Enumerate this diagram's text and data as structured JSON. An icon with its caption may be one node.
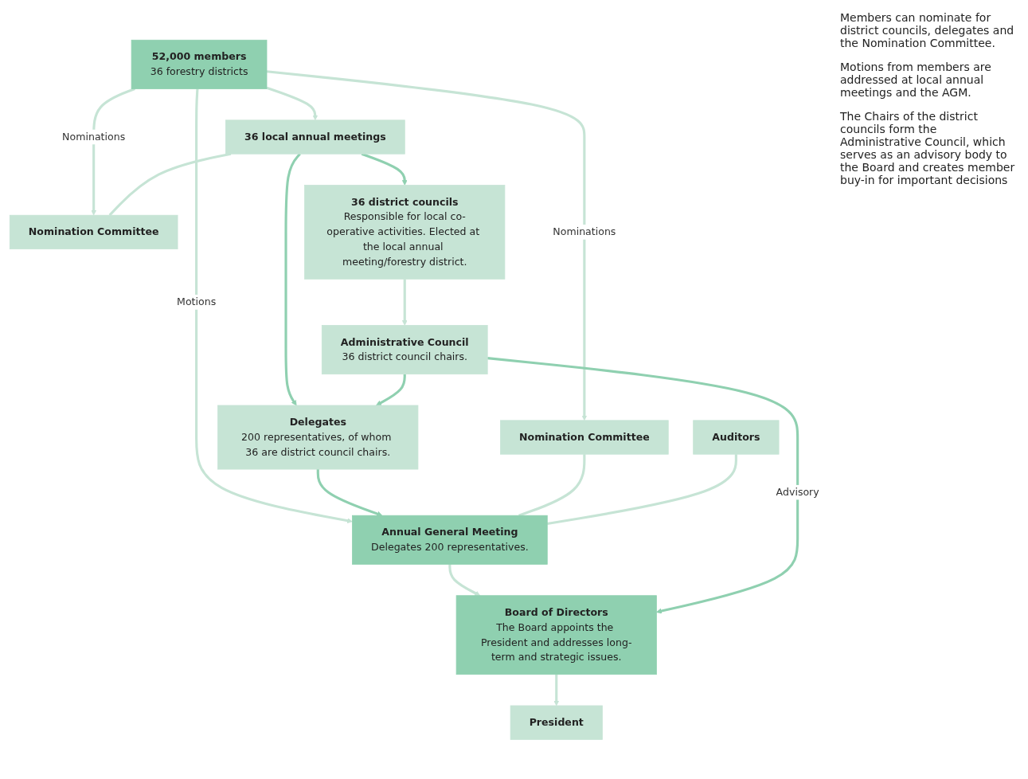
{
  "diagram": {
    "nodes": [
      {
        "text": [
          "52,000 members",
          "36 forestry districts"
        ]
      },
      {
        "text": [
          "36 local annual meetings"
        ]
      },
      {
        "text": [
          "Nomination Committee"
        ]
      },
      {
        "text": [
          "36 district councils",
          "Responsible for local co-operative activities. Elected at the local annual meeting/forestry district."
        ]
      },
      {
        "text": [
          "Delegates",
          "200 representatives, of whom 36 are district council chairs."
        ]
      },
      {
        "text": [
          "Administrative Council",
          "36 district council chairs."
        ]
      },
      {
        "text": [
          "Nomination Committee"
        ]
      },
      {
        "text": [
          "Auditors"
        ]
      },
      {
        "text": [
          "Annual General Meeting",
          "Delegates 200 representatives."
        ]
      },
      {
        "text": [
          "Board of Directors",
          "The Board appoints the President and addresses long-term and strategic issues."
        ]
      },
      {
        "text": [
          "President"
        ]
      }
    ],
    "edges": [
      {
        "from": 0,
        "to": 1,
        "arrow": "to"
      },
      {
        "from": 0,
        "to": 2,
        "arrow": "to",
        "label": "Nominations"
      },
      {
        "from": 0,
        "to": 6,
        "arrow": "to",
        "label": "Nominations"
      },
      {
        "from": 0,
        "to": 8,
        "arrow": "to",
        "label": "Motions"
      },
      {
        "from": 1,
        "to": 2,
        "arrow": "none"
      },
      {
        "from": 1,
        "to": 3,
        "arrow": "to",
        "color": "#8fd0b0"
      },
      {
        "from": 1,
        "to": 4,
        "arrow": "to",
        "color": "#8fd0b0"
      },
      {
        "from": 3,
        "to": 5,
        "arrow": "to"
      },
      {
        "from": 5,
        "to": 4,
        "arrow": "to",
        "color": "#8fd0b0"
      },
      {
        "from": 4,
        "to": 8,
        "arrow": "to",
        "color": "#8fd0b0"
      },
      {
        "from": 6,
        "to": 8,
        "arrow": "none"
      },
      {
        "from": 7,
        "to": 8,
        "arrow": "none"
      },
      {
        "from": 8,
        "to": 9,
        "arrow": "to"
      },
      {
        "from": 9,
        "to": 10,
        "arrow": "to"
      },
      {
        "from": 5,
        "to": 9,
        "arrow": "to",
        "label": "Advisory",
        "color": "#8fd0b0"
      }
    ],
    "labels": [
      "Members can nominate for district councils, delegates and the Nomination Committee.",
      "Motions from members are addressed at local annual meetings and the AGM.",
      "The Chairs of the district councils form the Administrative Council, which serves as an advisory body to the Board and creates member buy-in for important decisions"
    ]
  }
}
